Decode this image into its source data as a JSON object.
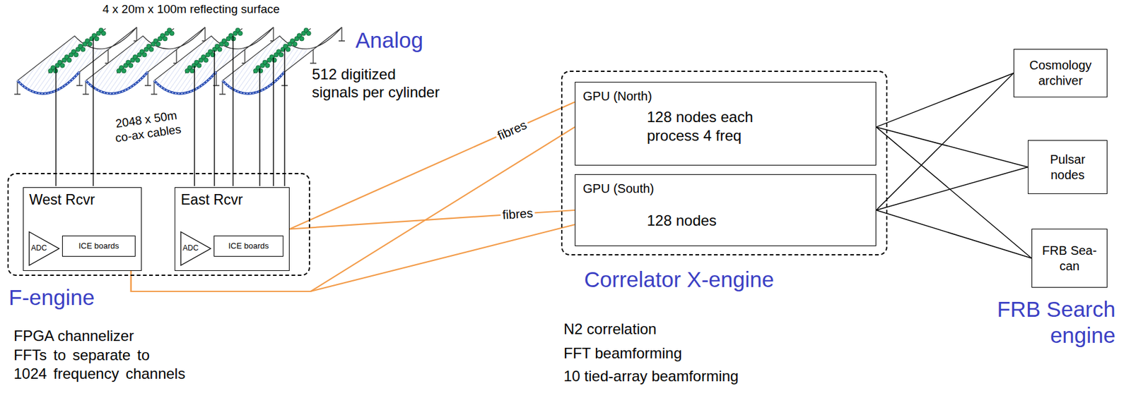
{
  "diagram": {
    "nodes": [
      {
        "text": [
          "F-engine",
          "FPGA channelizer",
          "FFTs to separate to 1024 frequency channels"
        ]
      },
      {
        "text": [
          "West Rcvr"
        ],
        "in": 0
      },
      {
        "text": [
          "ADC"
        ],
        "in": 1
      },
      {
        "text": [
          "ICE boards"
        ],
        "in": 1
      },
      {
        "text": [
          "East Rcvr"
        ],
        "in": 0
      },
      {
        "text": [
          "ADC"
        ],
        "in": 4
      },
      {
        "text": [
          "ICE boards"
        ],
        "in": 4
      },
      {
        "text": [
          "Correlator X-engine",
          "N2 correlation",
          "FFT beamforming",
          "10 tied-array beamforming"
        ]
      },
      {
        "text": [
          "GPU (North)",
          "128 nodes each process 4 freq"
        ],
        "in": 7
      },
      {
        "text": [
          "GPU (South)",
          "128 nodes"
        ],
        "in": 7
      },
      {
        "text": [
          "Cosmology archiver"
        ]
      },
      {
        "text": [
          "Pulsar nodes"
        ]
      },
      {
        "text": [
          "FRB Sea-can"
        ]
      }
    ],
    "edges": [
      {
        "from": 4,
        "to": 8,
        "label": "fibres",
        "arrow": "none"
      },
      {
        "from": 4,
        "to": 9,
        "label": "fibres",
        "arrow": "none"
      },
      {
        "from": 1,
        "to": 8,
        "arrow": "none"
      },
      {
        "from": 1,
        "to": 9,
        "arrow": "none"
      },
      {
        "from": 8,
        "to": 10,
        "arrow": "none"
      },
      {
        "from": 8,
        "to": 11,
        "arrow": "none"
      },
      {
        "from": 8,
        "to": 12,
        "arrow": "none"
      },
      {
        "from": 9,
        "to": 10,
        "arrow": "none"
      },
      {
        "from": 9,
        "to": 11,
        "arrow": "none"
      },
      {
        "from": 9,
        "to": 12,
        "arrow": "none"
      }
    ],
    "labels": [
      "4 x 20m x 100m reflecting surface",
      "Analog",
      "512 digitized signals per cylinder",
      "2048 x 50m co-ax cables",
      "FRB Search engine"
    ]
  }
}
